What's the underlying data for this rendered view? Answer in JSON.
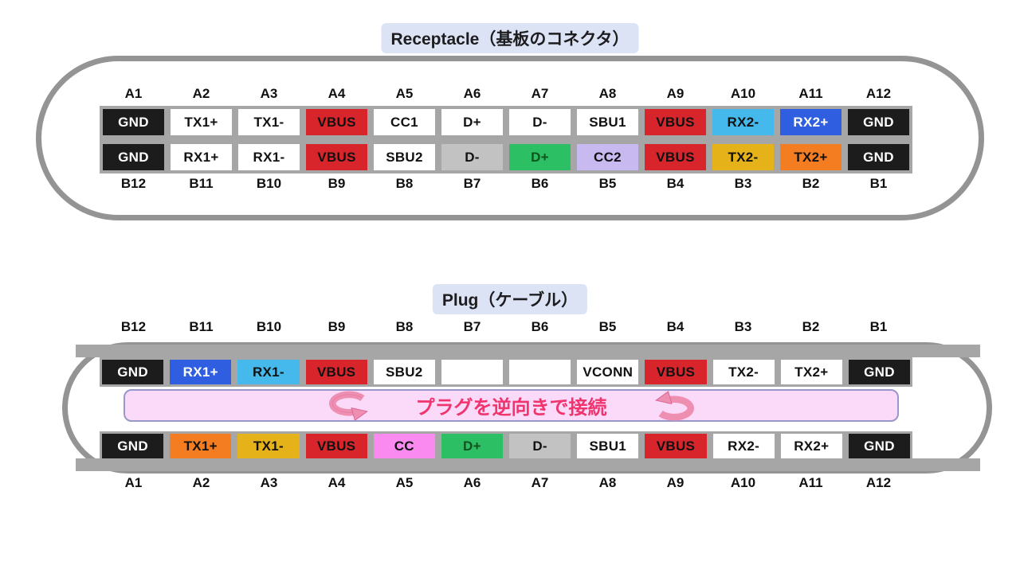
{
  "palette": {
    "black": {
      "bg": "#1c1c1c",
      "fg": "#ffffff"
    },
    "white": {
      "bg": "#ffffff",
      "fg": "#111111"
    },
    "red": {
      "bg": "#d7252b",
      "fg": "#111111"
    },
    "skyblue": {
      "bg": "#45b8ec",
      "fg": "#111111"
    },
    "blue": {
      "bg": "#2f5fe0",
      "fg": "#ffffff"
    },
    "gray": {
      "bg": "#c2c2c2",
      "fg": "#111111"
    },
    "green": {
      "bg": "#2dbf63",
      "fg": "#10531f"
    },
    "lavender": {
      "bg": "#c9b9f1",
      "fg": "#111111"
    },
    "gold": {
      "bg": "#e6b219",
      "fg": "#111111"
    },
    "orange": {
      "bg": "#f57d21",
      "fg": "#111111"
    },
    "pink": {
      "bg": "#fa8af0",
      "fg": "#111111"
    }
  },
  "receptacle": {
    "title": "Receptacle（基板のコネクタ）",
    "top_labels": [
      "A1",
      "A2",
      "A3",
      "A4",
      "A5",
      "A6",
      "A7",
      "A8",
      "A9",
      "A10",
      "A11",
      "A12"
    ],
    "bottom_labels": [
      "B12",
      "B11",
      "B10",
      "B9",
      "B8",
      "B7",
      "B6",
      "B5",
      "B4",
      "B3",
      "B2",
      "B1"
    ],
    "row_a": [
      {
        "label": "GND",
        "color": "black"
      },
      {
        "label": "TX1+",
        "color": "white"
      },
      {
        "label": "TX1-",
        "color": "white"
      },
      {
        "label": "VBUS",
        "color": "red"
      },
      {
        "label": "CC1",
        "color": "white"
      },
      {
        "label": "D+",
        "color": "white"
      },
      {
        "label": "D-",
        "color": "white"
      },
      {
        "label": "SBU1",
        "color": "white"
      },
      {
        "label": "VBUS",
        "color": "red"
      },
      {
        "label": "RX2-",
        "color": "skyblue"
      },
      {
        "label": "RX2+",
        "color": "blue"
      },
      {
        "label": "GND",
        "color": "black"
      }
    ],
    "row_b": [
      {
        "label": "GND",
        "color": "black"
      },
      {
        "label": "RX1+",
        "color": "white"
      },
      {
        "label": "RX1-",
        "color": "white"
      },
      {
        "label": "VBUS",
        "color": "red"
      },
      {
        "label": "SBU2",
        "color": "white"
      },
      {
        "label": "D-",
        "color": "gray"
      },
      {
        "label": "D+",
        "color": "green"
      },
      {
        "label": "CC2",
        "color": "lavender"
      },
      {
        "label": "VBUS",
        "color": "red"
      },
      {
        "label": "TX2-",
        "color": "gold"
      },
      {
        "label": "TX2+",
        "color": "orange"
      },
      {
        "label": "GND",
        "color": "black"
      }
    ]
  },
  "plug": {
    "title": "Plug（ケーブル）",
    "top_labels": [
      "B12",
      "B11",
      "B10",
      "B9",
      "B8",
      "B7",
      "B6",
      "B5",
      "B4",
      "B3",
      "B2",
      "B1"
    ],
    "bottom_labels": [
      "A1",
      "A2",
      "A3",
      "A4",
      "A5",
      "A6",
      "A7",
      "A8",
      "A9",
      "A10",
      "A11",
      "A12"
    ],
    "reverse_note": "プラグを逆向きで接続",
    "row_top": [
      {
        "label": "GND",
        "color": "black"
      },
      {
        "label": "RX1+",
        "color": "blue"
      },
      {
        "label": "RX1-",
        "color": "skyblue"
      },
      {
        "label": "VBUS",
        "color": "red"
      },
      {
        "label": "SBU2",
        "color": "white"
      },
      {
        "label": "",
        "color": "white"
      },
      {
        "label": "",
        "color": "white"
      },
      {
        "label": "VCONN",
        "color": "white"
      },
      {
        "label": "VBUS",
        "color": "red"
      },
      {
        "label": "TX2-",
        "color": "white"
      },
      {
        "label": "TX2+",
        "color": "white"
      },
      {
        "label": "GND",
        "color": "black"
      }
    ],
    "row_bottom": [
      {
        "label": "GND",
        "color": "black"
      },
      {
        "label": "TX1+",
        "color": "orange"
      },
      {
        "label": "TX1-",
        "color": "gold"
      },
      {
        "label": "VBUS",
        "color": "red"
      },
      {
        "label": "CC",
        "color": "pink"
      },
      {
        "label": "D+",
        "color": "green"
      },
      {
        "label": "D-",
        "color": "gray"
      },
      {
        "label": "SBU1",
        "color": "white"
      },
      {
        "label": "VBUS",
        "color": "red"
      },
      {
        "label": "RX2-",
        "color": "white"
      },
      {
        "label": "RX2+",
        "color": "white"
      },
      {
        "label": "GND",
        "color": "black"
      }
    ]
  }
}
